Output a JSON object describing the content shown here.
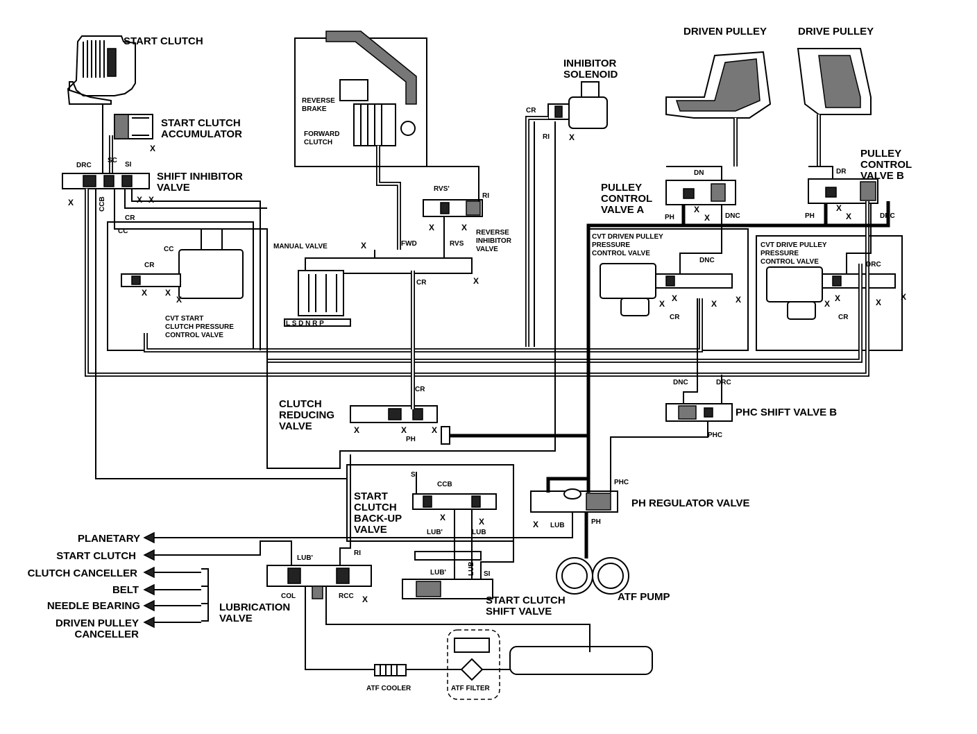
{
  "labels": {
    "start_clutch": "START CLUTCH",
    "start_clutch_accumulator_1": "START CLUTCH",
    "start_clutch_accumulator_2": "ACCUMULATOR",
    "shift_inhibitor_valve_1": "SHIFT INHIBITOR",
    "shift_inhibitor_valve_2": "VALVE",
    "reverse_brake_1": "REVERSE",
    "reverse_brake_2": "BRAKE",
    "forward_clutch_1": "FORWARD",
    "forward_clutch_2": "CLUTCH",
    "inhibitor_solenoid_1": "INHIBITOR",
    "inhibitor_solenoid_2": "SOLENOID",
    "driven_pulley": "DRIVEN PULLEY",
    "drive_pulley": "DRIVE PULLEY",
    "pulley_control_valve_a_1": "PULLEY",
    "pulley_control_valve_a_2": "CONTROL",
    "pulley_control_valve_a_3": "VALVE A",
    "pulley_control_valve_b_1": "PULLEY",
    "pulley_control_valve_b_2": "CONTROL",
    "pulley_control_valve_b_3": "VALVE B",
    "reverse_inhibitor_valve_1": "REVERSE",
    "reverse_inhibitor_valve_2": "INHIBITOR",
    "reverse_inhibitor_valve_3": "VALVE",
    "manual_valve": "MANUAL VALVE",
    "cvt_driven_1": "CVT DRIVEN PULLEY",
    "cvt_driven_2": "PRESSURE",
    "cvt_driven_3": "CONTROL VALVE",
    "cvt_drive_1": "CVT DRIVE PULLEY",
    "cvt_drive_2": "PRESSURE",
    "cvt_drive_3": "CONTROL VALVE",
    "cvt_start_1": "CVT START",
    "cvt_start_2": "CLUTCH PRESSURE",
    "cvt_start_3": "CONTROL VALVE",
    "clutch_reducing_1": "CLUTCH",
    "clutch_reducing_2": "REDUCING",
    "clutch_reducing_3": "VALVE",
    "phc_shift_valve_b": "PHC SHIFT VALVE B",
    "ph_regulator_valve": "PH REGULATOR VALVE",
    "start_clutch_backup_1": "START",
    "start_clutch_backup_2": "CLUTCH",
    "start_clutch_backup_3": "BACK-UP",
    "start_clutch_backup_4": "VALVE",
    "start_clutch_shift_1": "START CLUTCH",
    "start_clutch_shift_2": "SHIFT VALVE",
    "atf_pump": "ATF PUMP",
    "lubrication_valve_1": "LUBRICATION",
    "lubrication_valve_2": "VALVE",
    "atf_cooler": "ATF COOLER",
    "atf_filter": "ATF FILTER"
  },
  "outputs": {
    "planetary": "PLANETARY",
    "start_clutch": "START CLUTCH",
    "clutch_canceller": "CLUTCH CANCELLER",
    "belt": "BELT",
    "needle_bearing": "NEEDLE BEARING",
    "driven_pulley_canceller_1": "DRIVEN PULLEY",
    "driven_pulley_canceller_2": "CANCELLER"
  },
  "ports": {
    "drc": "DRC",
    "sc": "SC",
    "si": "SI",
    "ccb": "CCB",
    "cr": "CR",
    "cc": "CC",
    "x": "X",
    "ri": "RI",
    "rvs_prime": "RVS'",
    "rvs": "RVS",
    "fwd": "FWD",
    "dn": "DN",
    "dr": "DR",
    "ph": "PH",
    "dnc": "DNC",
    "phc": "PHC",
    "lub": "LUB",
    "lub_prime": "LUB'",
    "col": "COL",
    "rcc": "RCC"
  },
  "manual_positions": "L S D N R P"
}
